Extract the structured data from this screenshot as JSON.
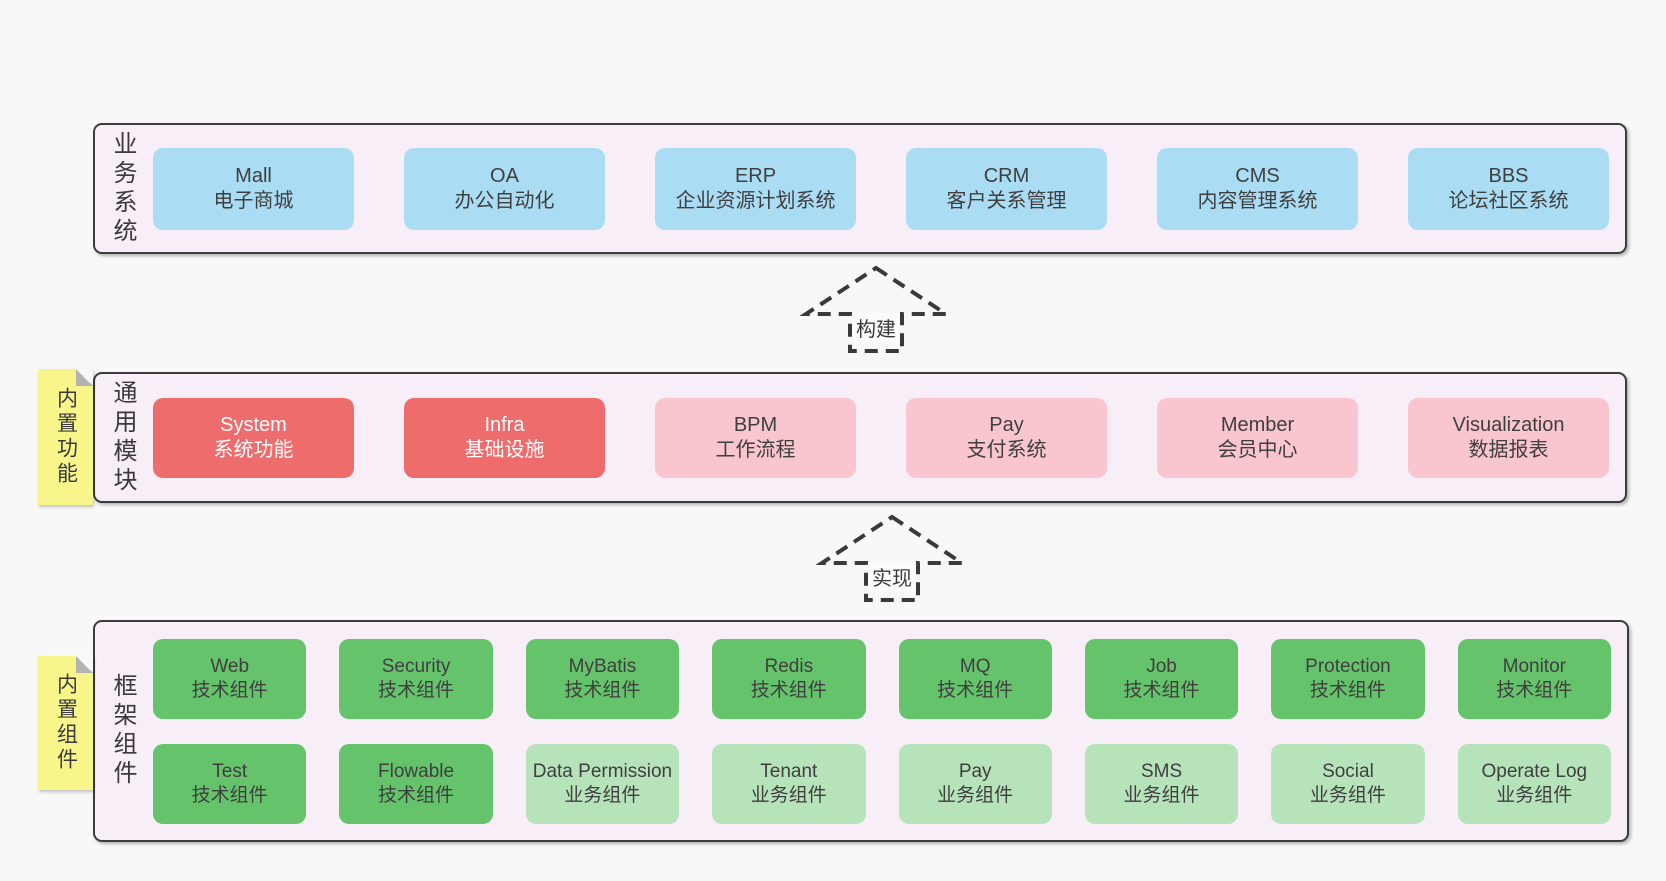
{
  "bands": {
    "business": {
      "label": "业务系统",
      "boxes": [
        {
          "name": "Mall",
          "desc": "电子商城",
          "variant": "blue"
        },
        {
          "name": "OA",
          "desc": "办公自动化",
          "variant": "blue"
        },
        {
          "name": "ERP",
          "desc": "企业资源计划系统",
          "variant": "blue"
        },
        {
          "name": "CRM",
          "desc": "客户关系管理",
          "variant": "blue"
        },
        {
          "name": "CMS",
          "desc": "内容管理系统",
          "variant": "blue"
        },
        {
          "name": "BBS",
          "desc": "论坛社区系统",
          "variant": "blue"
        }
      ]
    },
    "modules": {
      "label": "通用模块",
      "note": "内置功能",
      "boxes": [
        {
          "name": "System",
          "desc": "系统功能",
          "variant": "red"
        },
        {
          "name": "Infra",
          "desc": "基础设施",
          "variant": "red"
        },
        {
          "name": "BPM",
          "desc": "工作流程",
          "variant": "pink"
        },
        {
          "name": "Pay",
          "desc": "支付系统",
          "variant": "pink"
        },
        {
          "name": "Member",
          "desc": "会员中心",
          "variant": "pink"
        },
        {
          "name": "Visualization",
          "desc": "数据报表",
          "variant": "pink"
        }
      ]
    },
    "components": {
      "label": "框架组件",
      "note": "内置组件",
      "boxes": [
        {
          "name": "Web",
          "desc": "技术组件",
          "variant": "green"
        },
        {
          "name": "Security",
          "desc": "技术组件",
          "variant": "green"
        },
        {
          "name": "MyBatis",
          "desc": "技术组件",
          "variant": "green"
        },
        {
          "name": "Redis",
          "desc": "技术组件",
          "variant": "green"
        },
        {
          "name": "MQ",
          "desc": "技术组件",
          "variant": "green"
        },
        {
          "name": "Job",
          "desc": "技术组件",
          "variant": "green"
        },
        {
          "name": "Protection",
          "desc": "技术组件",
          "variant": "green"
        },
        {
          "name": "Monitor",
          "desc": "技术组件",
          "variant": "green"
        },
        {
          "name": "Test",
          "desc": "技术组件",
          "variant": "green"
        },
        {
          "name": "Flowable",
          "desc": "技术组件",
          "variant": "green"
        },
        {
          "name": "Data Permission",
          "desc": "业务组件",
          "variant": "lightgreen"
        },
        {
          "name": "Tenant",
          "desc": "业务组件",
          "variant": "lightgreen"
        },
        {
          "name": "Pay",
          "desc": "业务组件",
          "variant": "lightgreen"
        },
        {
          "name": "SMS",
          "desc": "业务组件",
          "variant": "lightgreen"
        },
        {
          "name": "Social",
          "desc": "业务组件",
          "variant": "lightgreen"
        },
        {
          "name": "Operate Log",
          "desc": "业务组件",
          "variant": "lightgreen"
        }
      ]
    }
  },
  "arrows": [
    {
      "label": "构建"
    },
    {
      "label": "实现"
    }
  ],
  "colors": {
    "page": "#f8f8f8",
    "band": "#f8eef7",
    "border": "#3c3c3c",
    "blue": "#aadcf4",
    "red": "#ef6c6c",
    "pink": "#f9c6cf",
    "green": "#65c36b",
    "lightgreen": "#b7e3bb",
    "note": "#f8f58b"
  }
}
